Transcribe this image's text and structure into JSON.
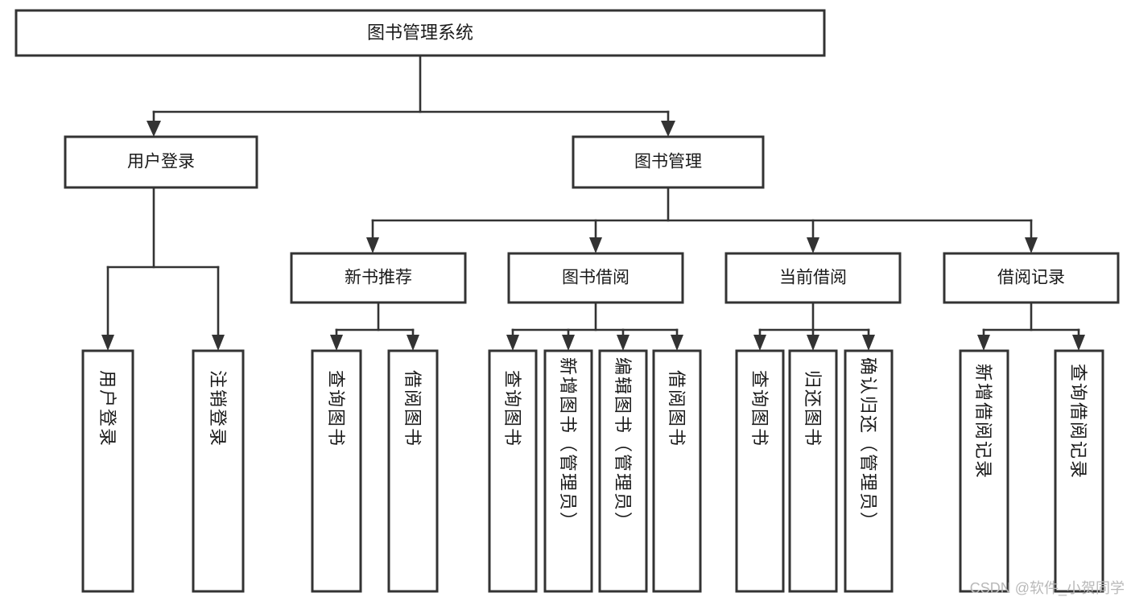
{
  "diagram": {
    "title": "图书管理系统",
    "type": "tree-hierarchy-diagram",
    "colors": {
      "box_stroke": "#333333",
      "box_fill": "#ffffff",
      "connector": "#333333",
      "text": "#1a1a1a",
      "watermark": "#b9b9b9",
      "background": "#ffffff"
    },
    "root": {
      "label": "图书管理系统"
    },
    "level2": [
      {
        "label": "用户登录"
      },
      {
        "label": "图书管理"
      }
    ],
    "level3": [
      {
        "label": "新书推荐"
      },
      {
        "label": "图书借阅"
      },
      {
        "label": "当前借阅"
      },
      {
        "label": "借阅记录"
      }
    ],
    "leaves": {
      "user_login": [
        {
          "label": "用户登录"
        },
        {
          "label": "注销登录"
        }
      ],
      "new_book_recommend": [
        {
          "label": "查询图书"
        },
        {
          "label": "借阅图书"
        }
      ],
      "book_borrow": [
        {
          "label": "查询图书"
        },
        {
          "label": "新增图书（管理员）"
        },
        {
          "label": "编辑图书（管理员）"
        },
        {
          "label": "借阅图书"
        }
      ],
      "current_borrow": [
        {
          "label": "查询图书"
        },
        {
          "label": "归还图书"
        },
        {
          "label": "确认归还（管理员）"
        }
      ],
      "borrow_record": [
        {
          "label": "新增借阅记录"
        },
        {
          "label": "查询借阅记录"
        }
      ]
    }
  },
  "watermark": {
    "text": "CSDN @软件_小贺同学"
  }
}
